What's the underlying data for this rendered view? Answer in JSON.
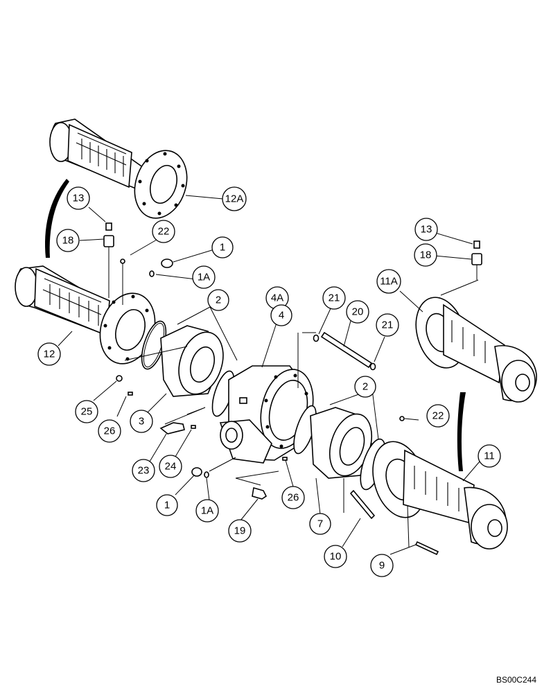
{
  "drawing_code": "BS00C244",
  "callouts": [
    {
      "id": "c-12A",
      "label": "12A"
    },
    {
      "id": "c-13-left",
      "label": "13"
    },
    {
      "id": "c-18-left",
      "label": "18"
    },
    {
      "id": "c-22-left",
      "label": "22"
    },
    {
      "id": "c-1-top",
      "label": "1"
    },
    {
      "id": "c-1A-top",
      "label": "1A"
    },
    {
      "id": "c-12",
      "label": "12"
    },
    {
      "id": "c-2-left",
      "label": "2"
    },
    {
      "id": "c-4A",
      "label": "4A"
    },
    {
      "id": "c-4",
      "label": "4"
    },
    {
      "id": "c-21-left",
      "label": "21"
    },
    {
      "id": "c-20",
      "label": "20"
    },
    {
      "id": "c-21-right",
      "label": "21"
    },
    {
      "id": "c-13-right",
      "label": "13"
    },
    {
      "id": "c-18-right",
      "label": "18"
    },
    {
      "id": "c-11A",
      "label": "11A"
    },
    {
      "id": "c-25",
      "label": "25"
    },
    {
      "id": "c-26-left",
      "label": "26"
    },
    {
      "id": "c-3",
      "label": "3"
    },
    {
      "id": "c-2-right",
      "label": "2"
    },
    {
      "id": "c-22-right",
      "label": "22"
    },
    {
      "id": "c-23",
      "label": "23"
    },
    {
      "id": "c-24",
      "label": "24"
    },
    {
      "id": "c-11",
      "label": "11"
    },
    {
      "id": "c-1-bottom",
      "label": "1"
    },
    {
      "id": "c-1A-bottom",
      "label": "1A"
    },
    {
      "id": "c-26-right",
      "label": "26"
    },
    {
      "id": "c-7",
      "label": "7"
    },
    {
      "id": "c-19",
      "label": "19"
    },
    {
      "id": "c-10",
      "label": "10"
    },
    {
      "id": "c-9",
      "label": "9"
    }
  ]
}
